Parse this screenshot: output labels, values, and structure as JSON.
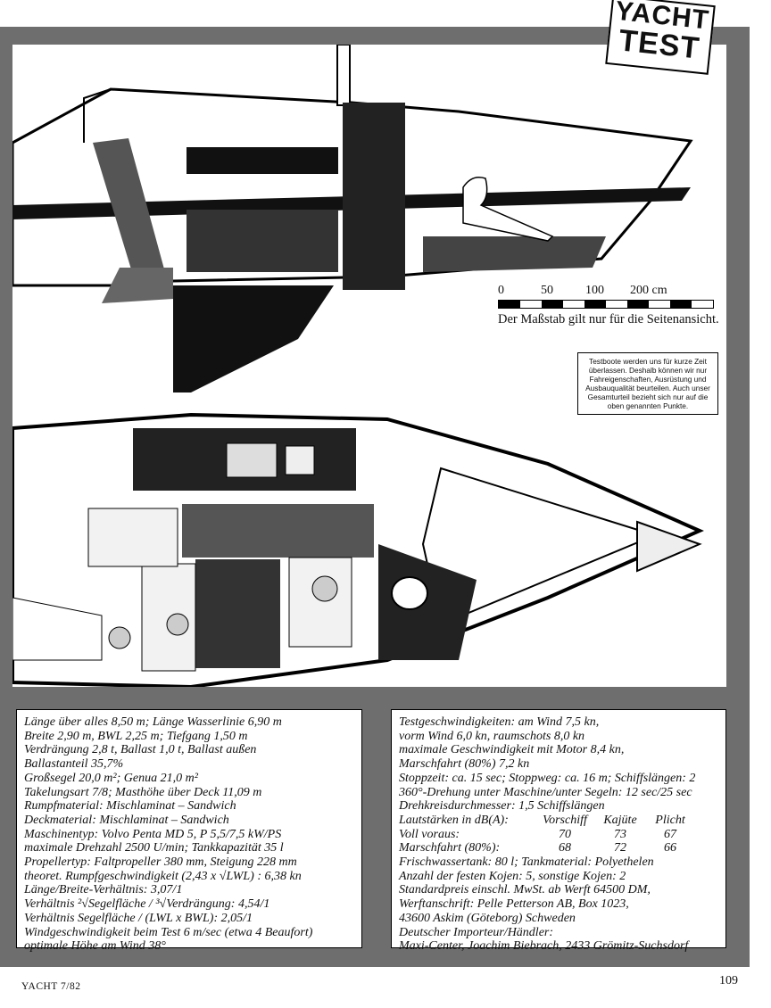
{
  "badge": {
    "line1": "YACHT",
    "line2": "TEST"
  },
  "scale": {
    "labels": [
      "0",
      "50",
      "100",
      "200 cm"
    ],
    "note": "Der Maßstab gilt nur für die Seitenansicht."
  },
  "note_box": "Testboote werden uns für kurze Zeit überlassen. Deshalb können wir nur Fahreigenschaften, Ausrüstung und Ausbauqualität beurteilen. Auch unser Gesamturteil bezieht sich nur auf die oben genannten Punkte.",
  "specs_left": [
    "Länge über alles 8,50 m; Länge Wasserlinie 6,90 m",
    "Breite 2,90 m, BWL 2,25 m; Tiefgang 1,50 m",
    "Verdrängung 2,8 t, Ballast 1,0 t, Ballast außen",
    "Ballastanteil 35,7%",
    "Großsegel 20,0 m²; Genua 21,0 m²",
    "Takelungsart 7/8; Masthöhe über Deck 11,09 m",
    "Rumpfmaterial: Mischlaminat – Sandwich",
    "Deckmaterial: Mischlaminat – Sandwich",
    "Maschinentyp: Volvo Penta MD 5, P 5,5/7,5 kW/PS",
    "maximale Drehzahl 2500 U/min; Tankkapazität 35 l",
    "Propellertyp: Faltpropeller 380 mm, Steigung 228 mm",
    "theoret. Rumpfgeschwindigkeit (2,43 x √LWL) : 6,38 kn",
    "Länge/Breite-Verhältnis: 3,07/1",
    "Verhältnis ²√Segelfläche / ³√Verdrängung: 4,54/1",
    "Verhältnis Segelfläche / (LWL x BWL): 2,05/1",
    "Windgeschwindigkeit beim Test 6 m/sec (etwa 4 Beaufort)",
    "optimale Höhe am Wind 38°"
  ],
  "specs_right_top": [
    "Testgeschwindigkeiten: am Wind 7,5 kn,",
    "vorm Wind 6,0 kn, raumschots 8,0 kn",
    "maximale Geschwindigkeit mit Motor 8,4 kn,",
    "Marschfahrt (80%) 7,2 kn",
    "Stoppzeit: ca. 15 sec; Stoppweg: ca. 16 m; Schiffslängen: 2",
    "360°-Drehung unter Maschine/unter Segeln: 12 sec/25 sec",
    "Drehkreisdurchmesser: 1,5 Schiffslängen"
  ],
  "sound_table": {
    "header": [
      "Lautstärken in dB(A):",
      "Vorschiff",
      "Kajüte",
      "Plicht"
    ],
    "rows": [
      [
        "Voll voraus:",
        "70",
        "73",
        "67"
      ],
      [
        "Marschfahrt (80%):",
        "68",
        "72",
        "66"
      ]
    ]
  },
  "specs_right_bottom": [
    "Frischwassertank: 80 l; Tankmaterial: Polyethelen",
    "Anzahl der festen Kojen: 5, sonstige Kojen: 2",
    "Standardpreis einschl. MwSt. ab Werft 64500 DM,",
    "Werftanschrift: Pelle Petterson AB, Box 1023,",
    "43600 Askim (Göteborg) Schweden",
    "Deutscher Importeur/Händler:",
    "Maxi-Center, Joachim Biebrach, 2433 Grömitz-Suchsdorf"
  ],
  "footer": {
    "left": "YACHT 7/82",
    "right": "109"
  }
}
